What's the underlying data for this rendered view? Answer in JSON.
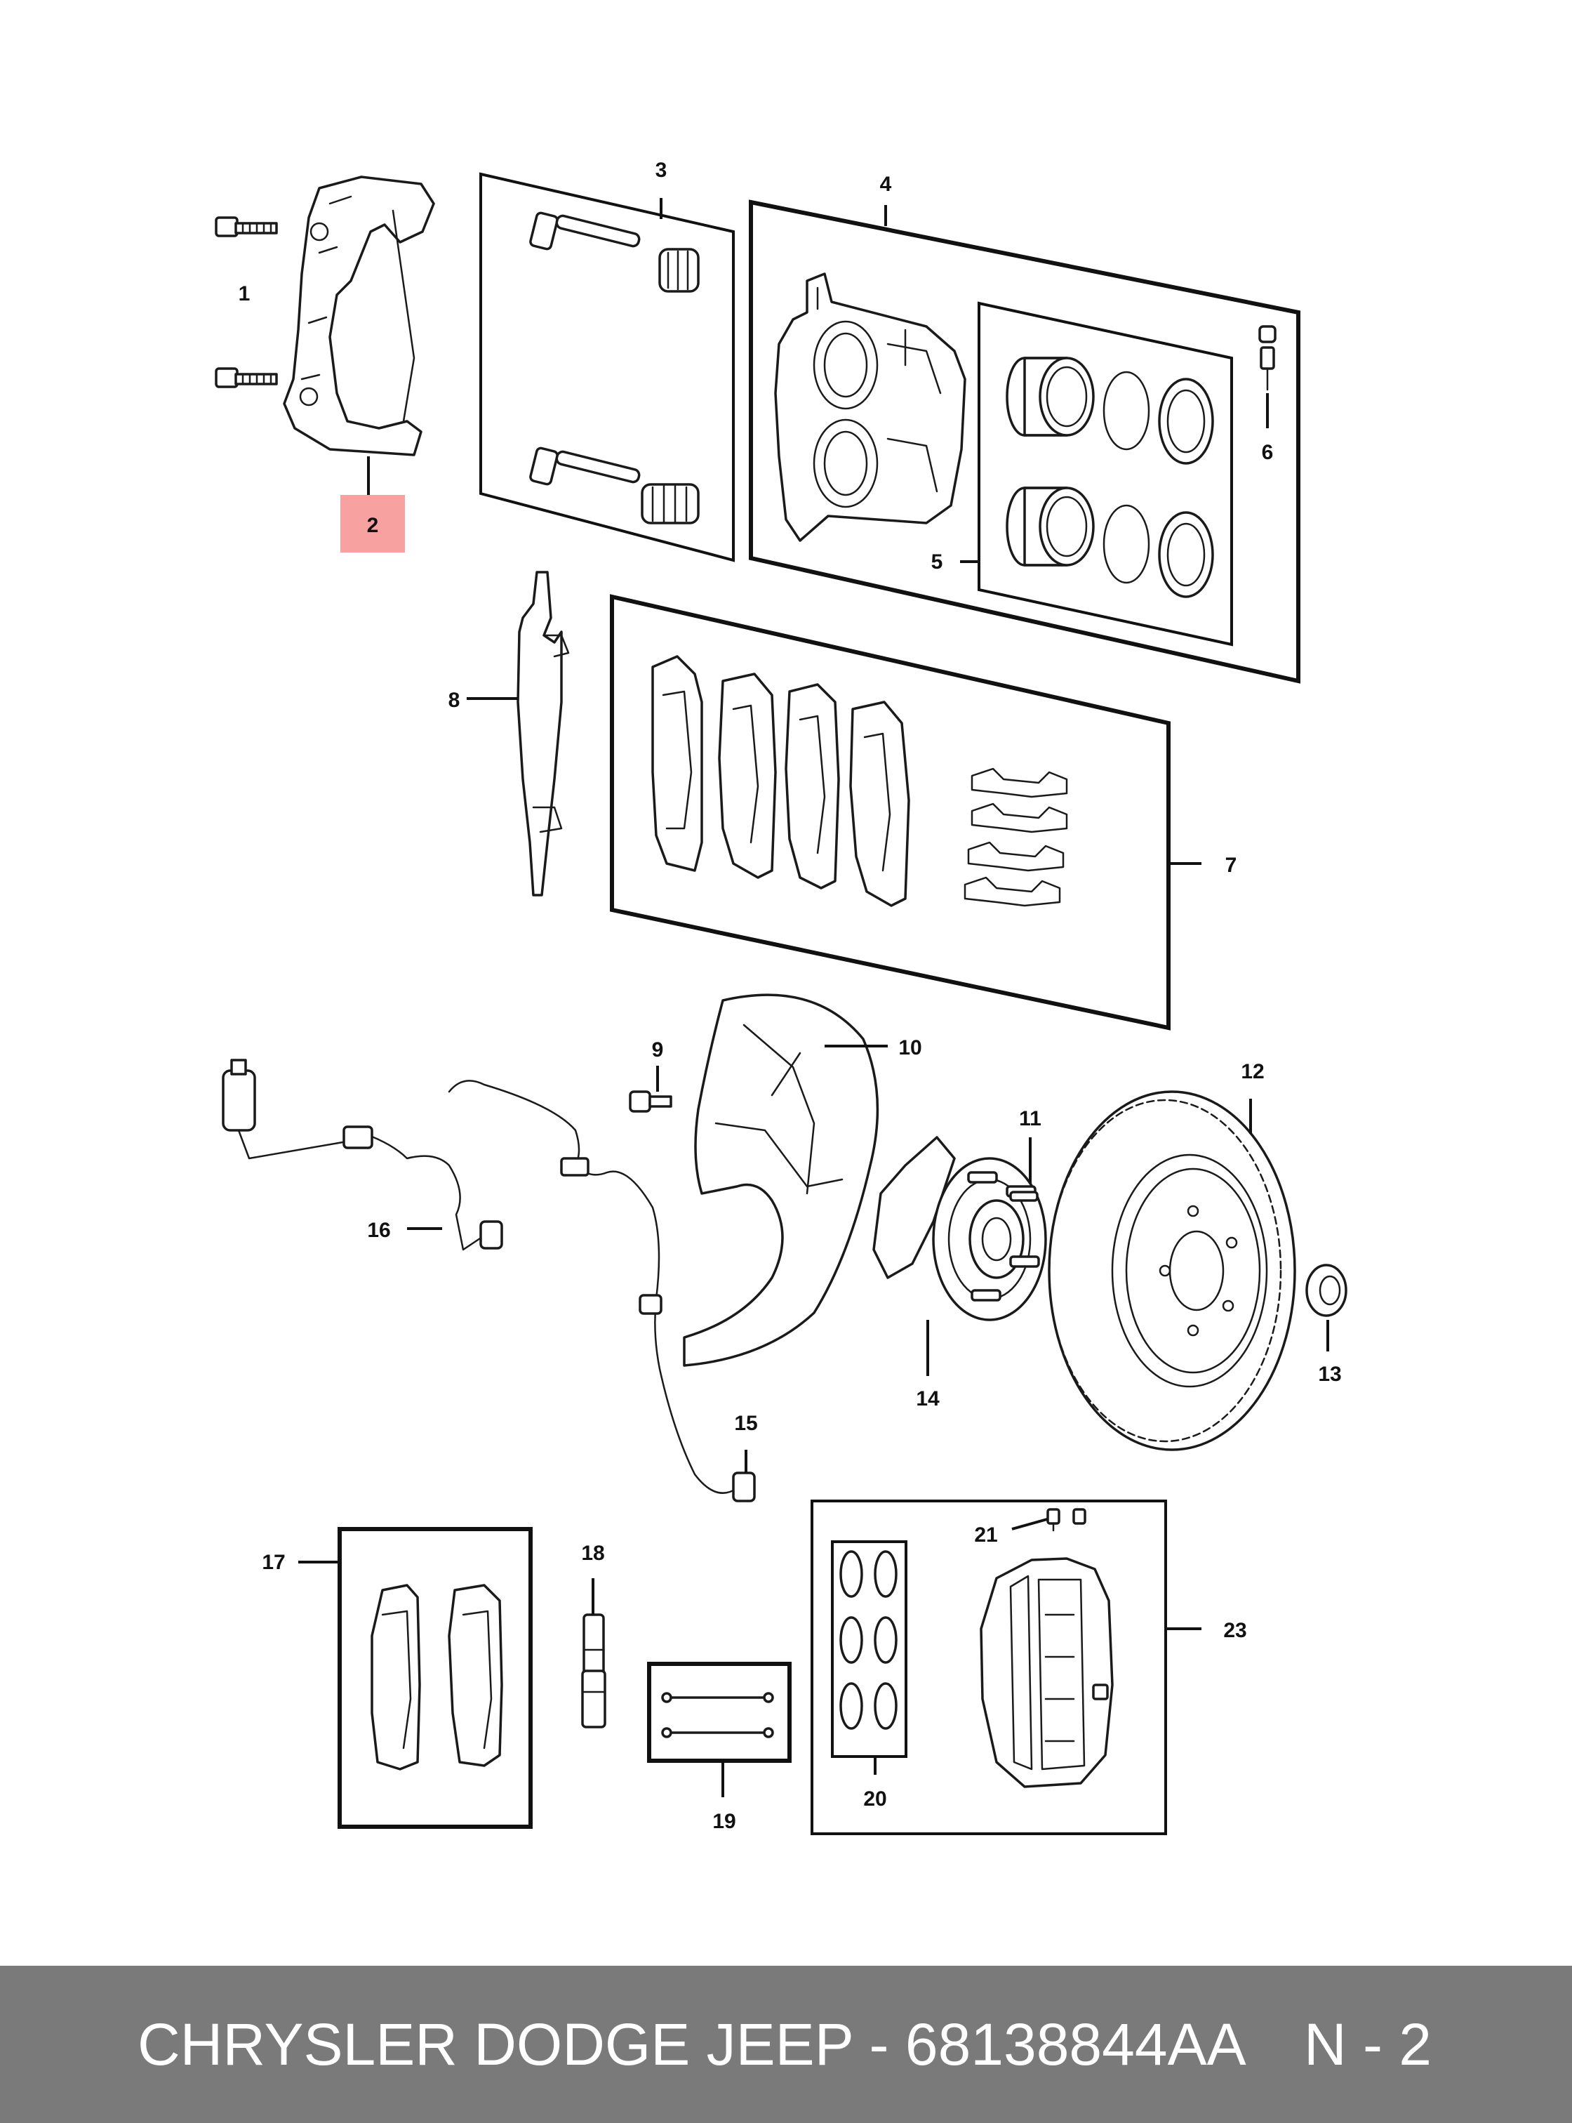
{
  "colors": {
    "highlight": "#f7a1a1",
    "footer_bg": "#7a7a7a",
    "footer_text": "#ffffff",
    "line": "#111111"
  },
  "callouts": {
    "c1": "1",
    "c2": "2",
    "c3": "3",
    "c4": "4",
    "c5": "5",
    "c6": "6",
    "c7": "7",
    "c8": "8",
    "c9": "9",
    "c10": "10",
    "c11": "11",
    "c12": "12",
    "c13": "13",
    "c14": "14",
    "c15": "15",
    "c16": "16",
    "c17": "17",
    "c18": "18",
    "c19": "19",
    "c20": "20",
    "c21": "21",
    "c23": "23"
  },
  "highlighted_callout": "2",
  "footer": {
    "part_label": "CHRYSLER DODGE JEEP - 68138844AA",
    "diagram_ref": "N - 2"
  }
}
